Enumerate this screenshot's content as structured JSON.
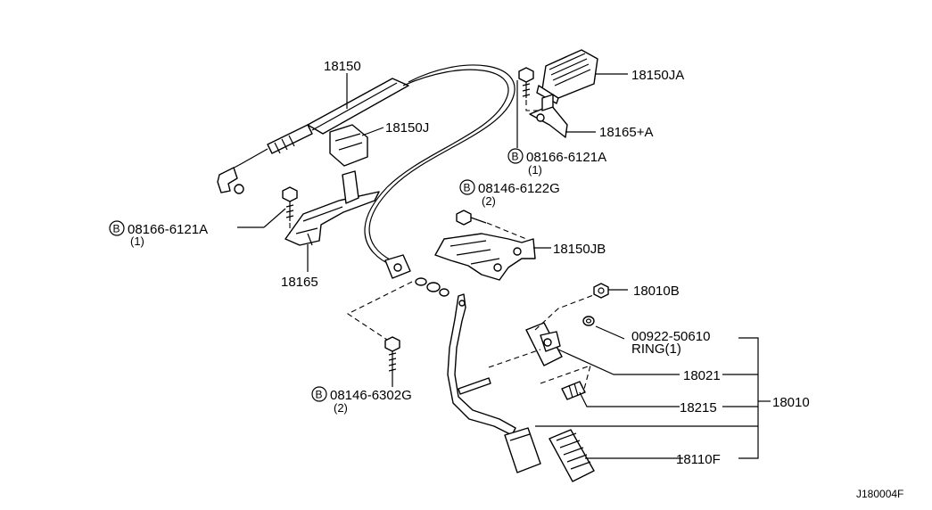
{
  "diagram_code": "J180004F",
  "callouts": {
    "p18150": "18150",
    "p18150j": "18150J",
    "p18150ja": "18150JA",
    "p18165a": "18165+A",
    "bolt_08166_top": {
      "mark": "B",
      "part": "08166-6121A",
      "qty": "(1)"
    },
    "bolt_08146_mid": {
      "mark": "B",
      "part": "08146-6122G",
      "qty": "(2)"
    },
    "p18150jb": "18150JB",
    "bolt_08166_left": {
      "mark": "B",
      "part": "08166-6121A",
      "qty": "(1)"
    },
    "p18165": "18165",
    "p18010b": "18010B",
    "ring": {
      "part": "00922-50610",
      "desc": "RING(1)"
    },
    "p18021": "18021",
    "p18215": "18215",
    "p18010": "18010",
    "p18110f": "18110F",
    "bolt_08146_low": {
      "mark": "B",
      "part": "08146-6302G",
      "qty": "(2)"
    }
  }
}
